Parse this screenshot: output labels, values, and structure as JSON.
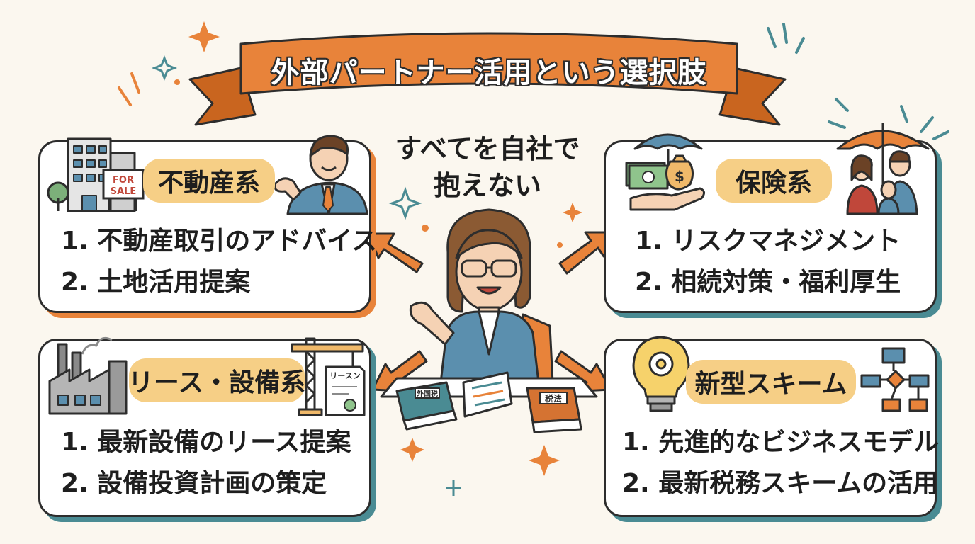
{
  "title": "外部パートナー活用という選択肢",
  "center_message": [
    "すべてを自社で",
    "抱えない"
  ],
  "colors": {
    "orange": "#e8833a",
    "teal": "#4a8b93",
    "pill": "#f6cf86",
    "ink": "#2d2d2d"
  },
  "cards": [
    {
      "title": "不動産系",
      "items": [
        "1. 不動産取引のアドバイス",
        "2. 土地活用提案"
      ],
      "icons": [
        "office-building-icon",
        "for-sale-sign-icon",
        "businessman-icon"
      ]
    },
    {
      "title": "保険系",
      "items": [
        "1. リスクマネジメント",
        "2. 相続対策・福利厚生"
      ],
      "icons": [
        "umbrella-money-icon",
        "family-umbrella-icon"
      ]
    },
    {
      "title": "リース・設備系",
      "items": [
        "1. 最新設備のリース提案",
        "2. 設備投資計画の策定"
      ],
      "icons": [
        "factory-icon",
        "crane-icon",
        "lease-document-icon"
      ]
    },
    {
      "title": "新型スキーム",
      "items": [
        "1. 先進的なビジネスモデル",
        "2. 最新税務スキームの活用"
      ],
      "icons": [
        "lightbulb-gear-icon",
        "flowchart-icon"
      ]
    }
  ],
  "props": {
    "sign_text": [
      "FOR",
      "SALE"
    ],
    "lease_doc_text": "リースン",
    "book_left": "外国税",
    "book_right": "税法"
  }
}
